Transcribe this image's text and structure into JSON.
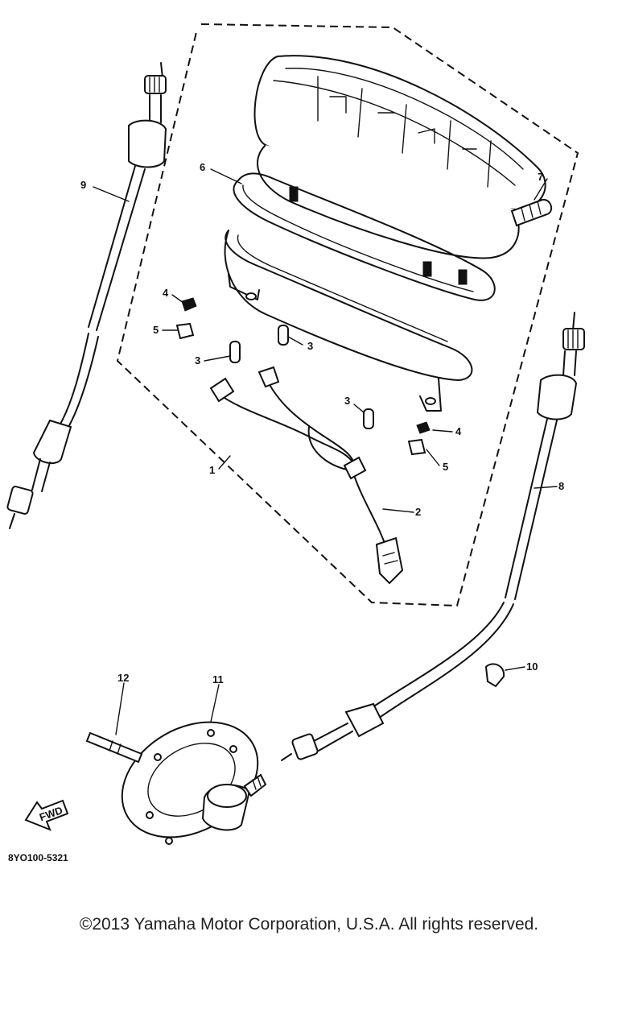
{
  "diagram": {
    "code": "8YO100-5321",
    "direction_marker": "FWD",
    "callouts": [
      "1",
      "2",
      "3",
      "3",
      "3",
      "4",
      "4",
      "5",
      "5",
      "6",
      "7",
      "8",
      "9",
      "10",
      "11",
      "12"
    ]
  },
  "footer": {
    "copyright": "©2013 Yamaha Motor Corporation, U.S.A. All rights reserved."
  }
}
